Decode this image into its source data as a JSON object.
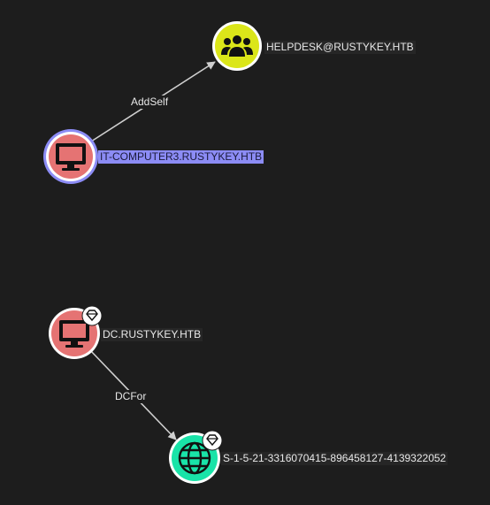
{
  "colors": {
    "background": "#1d1d1d",
    "computer_node": "#e57373",
    "group_node": "#dbe619",
    "domain_node": "#19e3a8",
    "selected_ring": "#8c8cf5",
    "edge": "#cfcfcf"
  },
  "nodes": {
    "helpdesk": {
      "label": "HELPDESK@RUSTYKEY.HTB",
      "kind": "group",
      "icon": "users-icon"
    },
    "it_computer3": {
      "label": "IT-COMPUTER3.RUSTYKEY.HTB",
      "kind": "computer",
      "icon": "computer-icon",
      "selected": true
    },
    "dc": {
      "label": "DC.RUSTYKEY.HTB",
      "kind": "computer",
      "icon": "computer-icon",
      "badge": "gem-icon"
    },
    "domain_sid": {
      "label": "S-1-5-21-3316070415-896458127-4139322052",
      "kind": "domain",
      "icon": "globe-icon",
      "badge": "gem-icon"
    }
  },
  "edges": {
    "addself": {
      "label": "AddSelf",
      "from": "it_computer3",
      "to": "helpdesk"
    },
    "dcfor": {
      "label": "DCFor",
      "from": "dc",
      "to": "domain_sid"
    }
  }
}
